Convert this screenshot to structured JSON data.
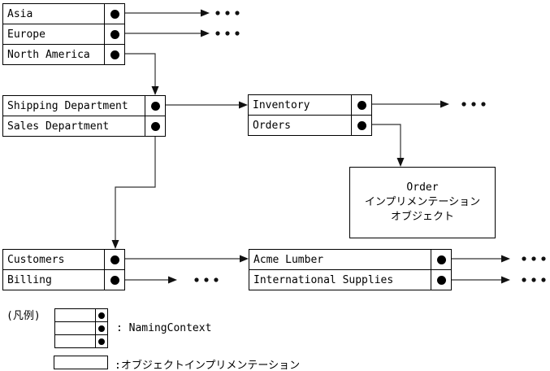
{
  "diagram_type": "naming-context-hierarchy",
  "nodes": {
    "regions": {
      "rows": [
        {
          "label": "Asia"
        },
        {
          "label": "Europe"
        },
        {
          "label": "North America"
        }
      ]
    },
    "departments": {
      "rows": [
        {
          "label": "Shipping Department"
        },
        {
          "label": "Sales Department"
        }
      ]
    },
    "inventory": {
      "rows": [
        {
          "label": "Inventory"
        },
        {
          "label": "Orders"
        }
      ]
    },
    "customers": {
      "rows": [
        {
          "label": "Customers"
        },
        {
          "label": "Billing"
        }
      ]
    },
    "suppliers": {
      "rows": [
        {
          "label": "Acme Lumber"
        },
        {
          "label": "International Supplies"
        }
      ]
    }
  },
  "implementation_box": {
    "lines": [
      "Order",
      "インプリメンテーション",
      "オブジェクト"
    ]
  },
  "legend": {
    "caption": "(凡例)",
    "naming_context_label": ": NamingContext",
    "object_impl_label": ":オブジェクトインプリメンテーション"
  },
  "icons": {
    "binding_dot": "●",
    "ellipsis_more": "..."
  },
  "colors": {
    "background": "#ffffff",
    "border": "#000000",
    "line": "#333333",
    "text": "#000000"
  }
}
